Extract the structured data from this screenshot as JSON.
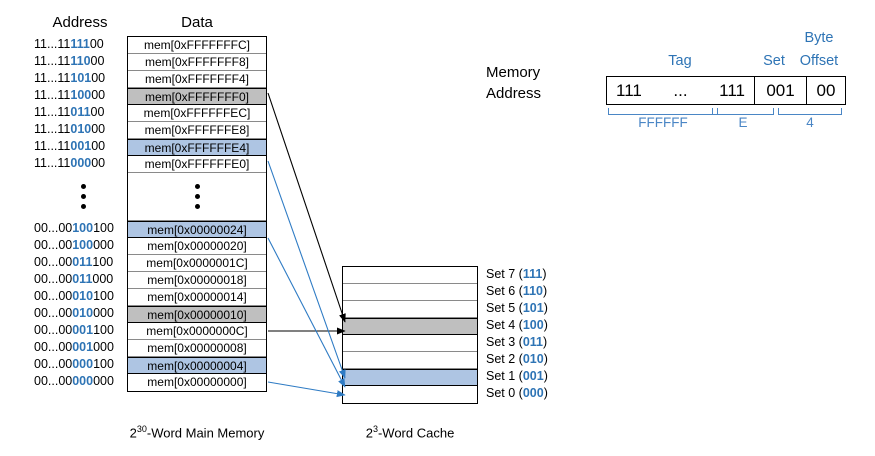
{
  "headers": {
    "address": "Address",
    "data": "Data"
  },
  "memory": {
    "caption_prefix": "2",
    "caption_exp": "30",
    "caption_suffix": "-Word Main Memory",
    "rows": [
      {
        "addr_pre": "11...11",
        "addr_set": "111",
        "addr_off": "00",
        "data": "mem[0xFFFFFFFC]",
        "hl": "none"
      },
      {
        "addr_pre": "11...11",
        "addr_set": "110",
        "addr_off": "00",
        "data": "mem[0xFFFFFFF8]",
        "hl": "none"
      },
      {
        "addr_pre": "11...11",
        "addr_set": "101",
        "addr_off": "00",
        "data": "mem[0xFFFFFFF4]",
        "hl": "none"
      },
      {
        "addr_pre": "11...11",
        "addr_set": "100",
        "addr_off": "00",
        "data": "mem[0xFFFFFFF0]",
        "hl": "gray"
      },
      {
        "addr_pre": "11...11",
        "addr_set": "011",
        "addr_off": "00",
        "data": "mem[0xFFFFFFEC]",
        "hl": "none"
      },
      {
        "addr_pre": "11...11",
        "addr_set": "010",
        "addr_off": "00",
        "data": "mem[0xFFFFFFE8]",
        "hl": "none"
      },
      {
        "addr_pre": "11...11",
        "addr_set": "001",
        "addr_off": "00",
        "data": "mem[0xFFFFFFE4]",
        "hl": "blue"
      },
      {
        "addr_pre": "11...11",
        "addr_set": "000",
        "addr_off": "00",
        "data": "mem[0xFFFFFFE0]",
        "hl": "none"
      },
      {
        "addr_pre": "",
        "addr_set": "",
        "addr_off": "",
        "data": "",
        "hl": "dots"
      },
      {
        "addr_pre": "00...00",
        "addr_set": "100",
        "addr_off": "100",
        "data": "mem[0x00000024]",
        "hl": "blue"
      },
      {
        "addr_pre": "00...00",
        "addr_set": "100",
        "addr_off": "000",
        "data": "mem[0x00000020]",
        "hl": "none"
      },
      {
        "addr_pre": "00...00",
        "addr_set": "011",
        "addr_off": "100",
        "data": "mem[0x0000001C]",
        "hl": "none"
      },
      {
        "addr_pre": "00...00",
        "addr_set": "011",
        "addr_off": "000",
        "data": "mem[0x00000018]",
        "hl": "none"
      },
      {
        "addr_pre": "00...00",
        "addr_set": "010",
        "addr_off": "100",
        "data": "mem[0x00000014]",
        "hl": "none"
      },
      {
        "addr_pre": "00...00",
        "addr_set": "010",
        "addr_off": "000",
        "data": "mem[0x00000010]",
        "hl": "gray"
      },
      {
        "addr_pre": "00...00",
        "addr_set": "001",
        "addr_off": "100",
        "data": "mem[0x0000000C]",
        "hl": "none"
      },
      {
        "addr_pre": "00...00",
        "addr_set": "001",
        "addr_off": "000",
        "data": "mem[0x00000008]",
        "hl": "none"
      },
      {
        "addr_pre": "00...00",
        "addr_set": "000",
        "addr_off": "100",
        "data": "mem[0x00000004]",
        "hl": "blue"
      },
      {
        "addr_pre": "00...00",
        "addr_set": "000",
        "addr_off": "000",
        "data": "mem[0x00000000]",
        "hl": "none"
      }
    ]
  },
  "cache": {
    "caption_prefix": "2",
    "caption_exp": "3",
    "caption_suffix": "-Word Cache",
    "sets": [
      {
        "label": "Set 7",
        "bits": "111",
        "hl": "none"
      },
      {
        "label": "Set 6",
        "bits": "110",
        "hl": "none"
      },
      {
        "label": "Set 5",
        "bits": "101",
        "hl": "none"
      },
      {
        "label": "Set 4",
        "bits": "100",
        "hl": "gray"
      },
      {
        "label": "Set 3",
        "bits": "011",
        "hl": "none"
      },
      {
        "label": "Set 2",
        "bits": "010",
        "hl": "none"
      },
      {
        "label": "Set 1",
        "bits": "001",
        "hl": "blue"
      },
      {
        "label": "Set 0",
        "bits": "000",
        "hl": "none"
      }
    ]
  },
  "address_breakdown": {
    "label_line1": "Memory",
    "label_line2": "Address",
    "field_tag": "Tag",
    "field_set": "Set",
    "field_byte": "Byte",
    "field_offset": "Offset",
    "bits_tag_left": "111",
    "bits_tag_mid": "...",
    "bits_tag_right": "111",
    "bits_set": "001",
    "bits_offset": "00",
    "hex_tag": "FFFFFF",
    "hex_set": "E",
    "hex_offset": "4"
  },
  "colors": {
    "accent_blue": "#2e74b5",
    "bracket_blue": "#4a86c5",
    "hl_blue": "#aec5e3",
    "hl_gray": "#bfbfbf",
    "arrow_blue": "#2e7bc4",
    "arrow_black": "#000000"
  }
}
